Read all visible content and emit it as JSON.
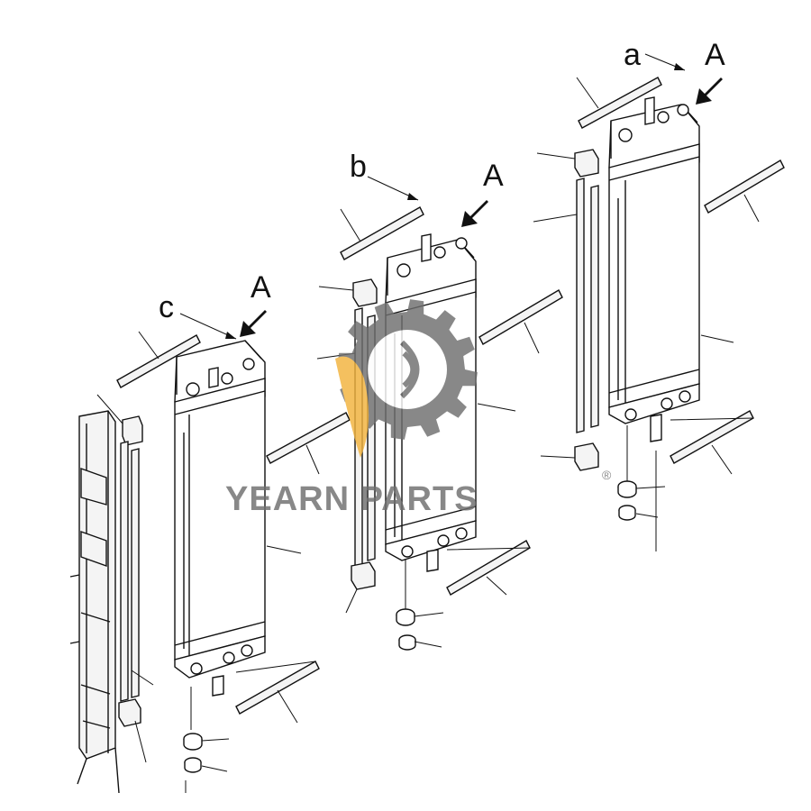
{
  "callouts": {
    "a_top": "A",
    "a_middle": "A",
    "a_left": "A",
    "letter_a": "a",
    "letter_b": "b",
    "letter_c": "c"
  },
  "watermark": {
    "brand": "YEARN PARTS",
    "registered_mark": "®",
    "gear_color": "#6e6e6e",
    "logo_accent_color": "#f2b33d"
  }
}
